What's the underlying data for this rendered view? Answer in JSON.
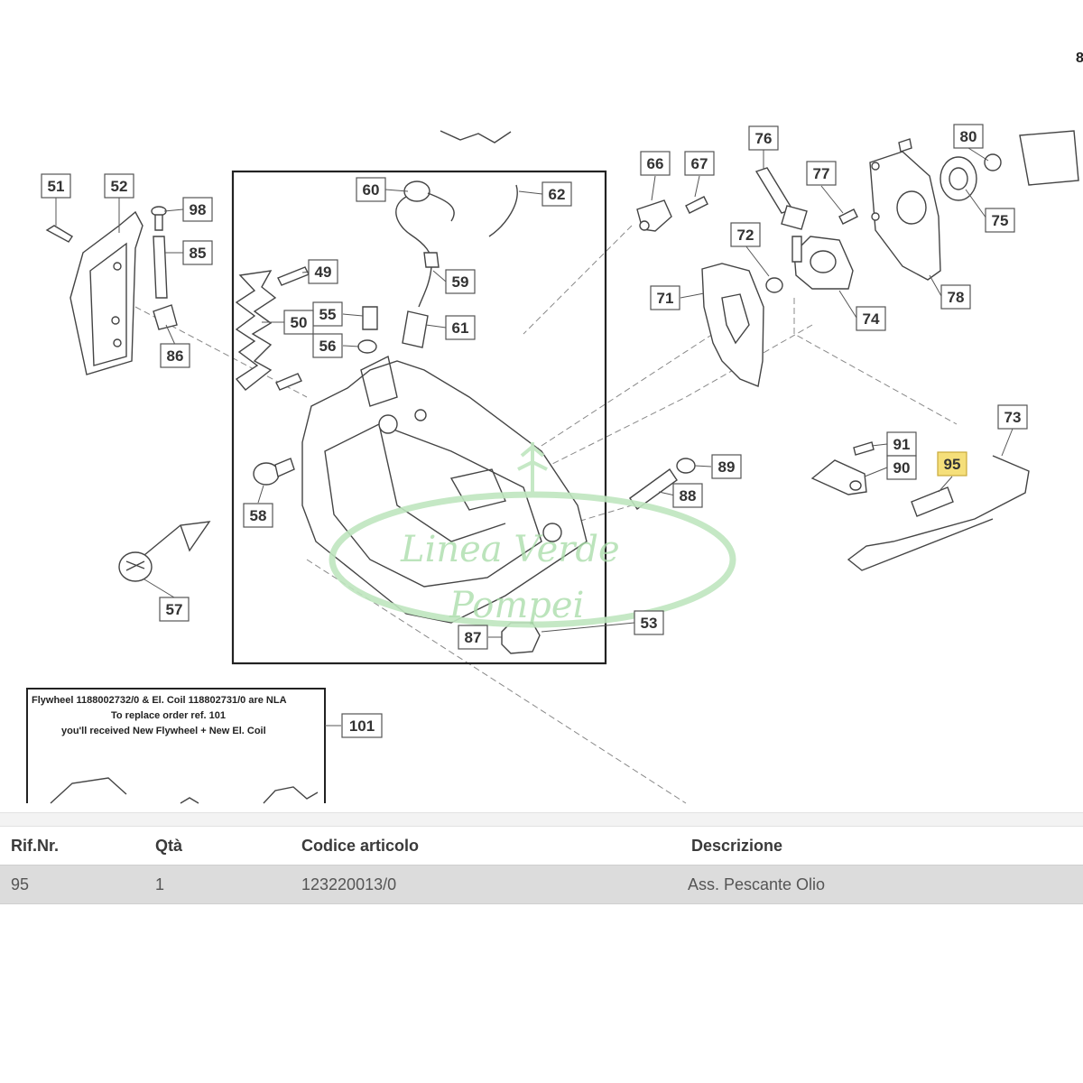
{
  "diagram": {
    "callouts": [
      {
        "ref": "51"
      },
      {
        "ref": "52"
      },
      {
        "ref": "98"
      },
      {
        "ref": "85"
      },
      {
        "ref": "86"
      },
      {
        "ref": "60"
      },
      {
        "ref": "62"
      },
      {
        "ref": "49"
      },
      {
        "ref": "59"
      },
      {
        "ref": "55"
      },
      {
        "ref": "50"
      },
      {
        "ref": "56"
      },
      {
        "ref": "61"
      },
      {
        "ref": "58"
      },
      {
        "ref": "57"
      },
      {
        "ref": "87"
      },
      {
        "ref": "53"
      },
      {
        "ref": "66"
      },
      {
        "ref": "67"
      },
      {
        "ref": "76"
      },
      {
        "ref": "77"
      },
      {
        "ref": "80"
      },
      {
        "ref": "75"
      },
      {
        "ref": "72"
      },
      {
        "ref": "71"
      },
      {
        "ref": "74"
      },
      {
        "ref": "78"
      },
      {
        "ref": "73"
      },
      {
        "ref": "91"
      },
      {
        "ref": "90"
      },
      {
        "ref": "95",
        "highlighted": true
      },
      {
        "ref": "89"
      },
      {
        "ref": "88"
      },
      {
        "ref": "101"
      }
    ],
    "notice": {
      "line1": "Flywheel 1188002732/0 & El. Coil 118802731/0 are NLA",
      "line2": "To replace order ref. 101",
      "line3": "you'll received New Flywheel + New El. Coil"
    },
    "watermark": {
      "line1": "Linea Verde",
      "line2": "Pompei"
    },
    "edge_char": "8",
    "colors": {
      "highlight": "#f5df7a",
      "watermark": "#a9dca9",
      "row_bg": "#dcdcdc"
    }
  },
  "table": {
    "headers": {
      "ref": "Rif.Nr.",
      "qty": "Qtà",
      "code": "Codice articolo",
      "desc": "Descrizione"
    },
    "rows": [
      {
        "ref": "95",
        "qty": "1",
        "code": "123220013/0",
        "desc": "Ass. Pescante Olio"
      }
    ]
  }
}
